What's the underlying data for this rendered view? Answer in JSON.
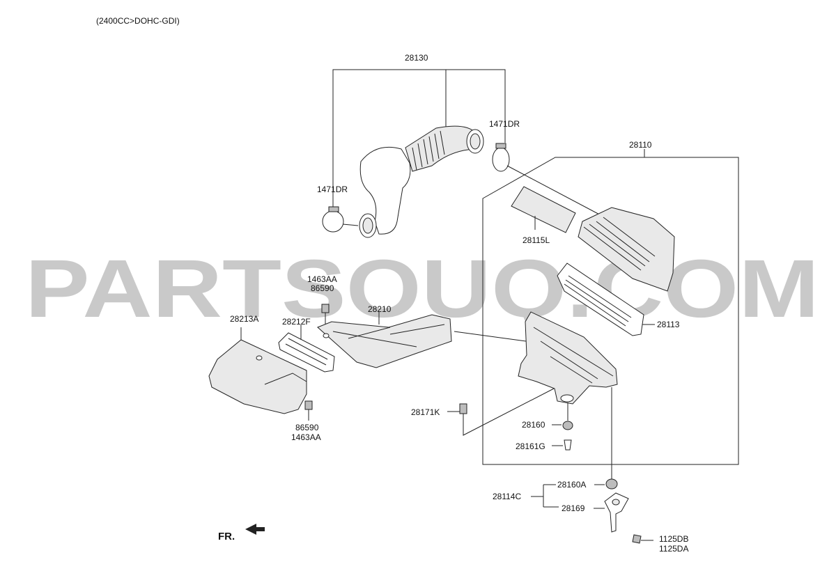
{
  "header": {
    "engine": "(2400CC>DOHC-GDI)"
  },
  "watermark": "PARTSOUQ.COM",
  "orientation": "FR.",
  "labels": {
    "p28130": "28130",
    "p1471DR_top": "1471DR",
    "p1471DR_left": "1471DR",
    "p28110": "28110",
    "p28115L": "28115L",
    "p1463AA_top": "1463AA",
    "p86590_top": "86590",
    "p28213A": "28213A",
    "p28212F": "28212F",
    "p28210": "28210",
    "p28113": "28113",
    "p86590_bottom": "86590",
    "p1463AA_bottom": "1463AA",
    "p28171K": "28171K",
    "p28160": "28160",
    "p28161G": "28161G",
    "p28160A": "28160A",
    "p28114C": "28114C",
    "p28169": "28169",
    "p1125DB": "1125DB",
    "p1125DA": "1125DA"
  }
}
